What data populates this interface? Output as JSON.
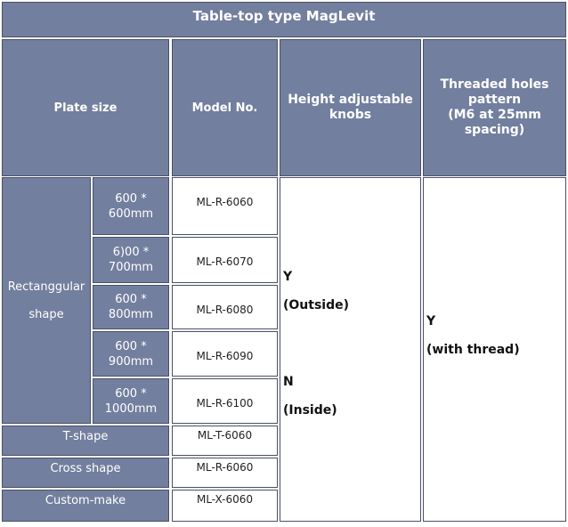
{
  "title": "Table-top  type MagLevit",
  "headers": {
    "plate_size": "Plate size",
    "model_no": "Model No.",
    "height": "Height adjustable knobs",
    "threaded": [
      "Threaded holes",
      "pattern",
      "(M6 at 25mm",
      "spacing)"
    ]
  },
  "rect_group_label": [
    "Rectanggular",
    "shape"
  ],
  "rect_rows": [
    {
      "size": [
        "600 *",
        "600mm"
      ],
      "model": "ML-R-6060"
    },
    {
      "size": [
        "6)00 *",
        "700mm"
      ],
      "model": "ML-R-6070"
    },
    {
      "size": [
        "600 *",
        "800mm"
      ],
      "model": "ML-R-6080"
    },
    {
      "size": [
        "600 *",
        "900mm"
      ],
      "model": "ML-R-6090"
    },
    {
      "size": [
        "600 *",
        "1000mm"
      ],
      "model": "ML-R-6100"
    }
  ],
  "other_rows": [
    {
      "shape": "T-shape",
      "model": "ML-T-6060"
    },
    {
      "shape": "Cross shape",
      "model": "ML-R-6060"
    },
    {
      "shape": "Custom-make",
      "model": "ML-X-6060"
    }
  ],
  "height_values": {
    "y": "Y",
    "y_note": "(Outside)",
    "n": "N",
    "n_note": "(Inside)"
  },
  "threaded_values": {
    "y": "Y",
    "y_note": "(with thread)"
  }
}
